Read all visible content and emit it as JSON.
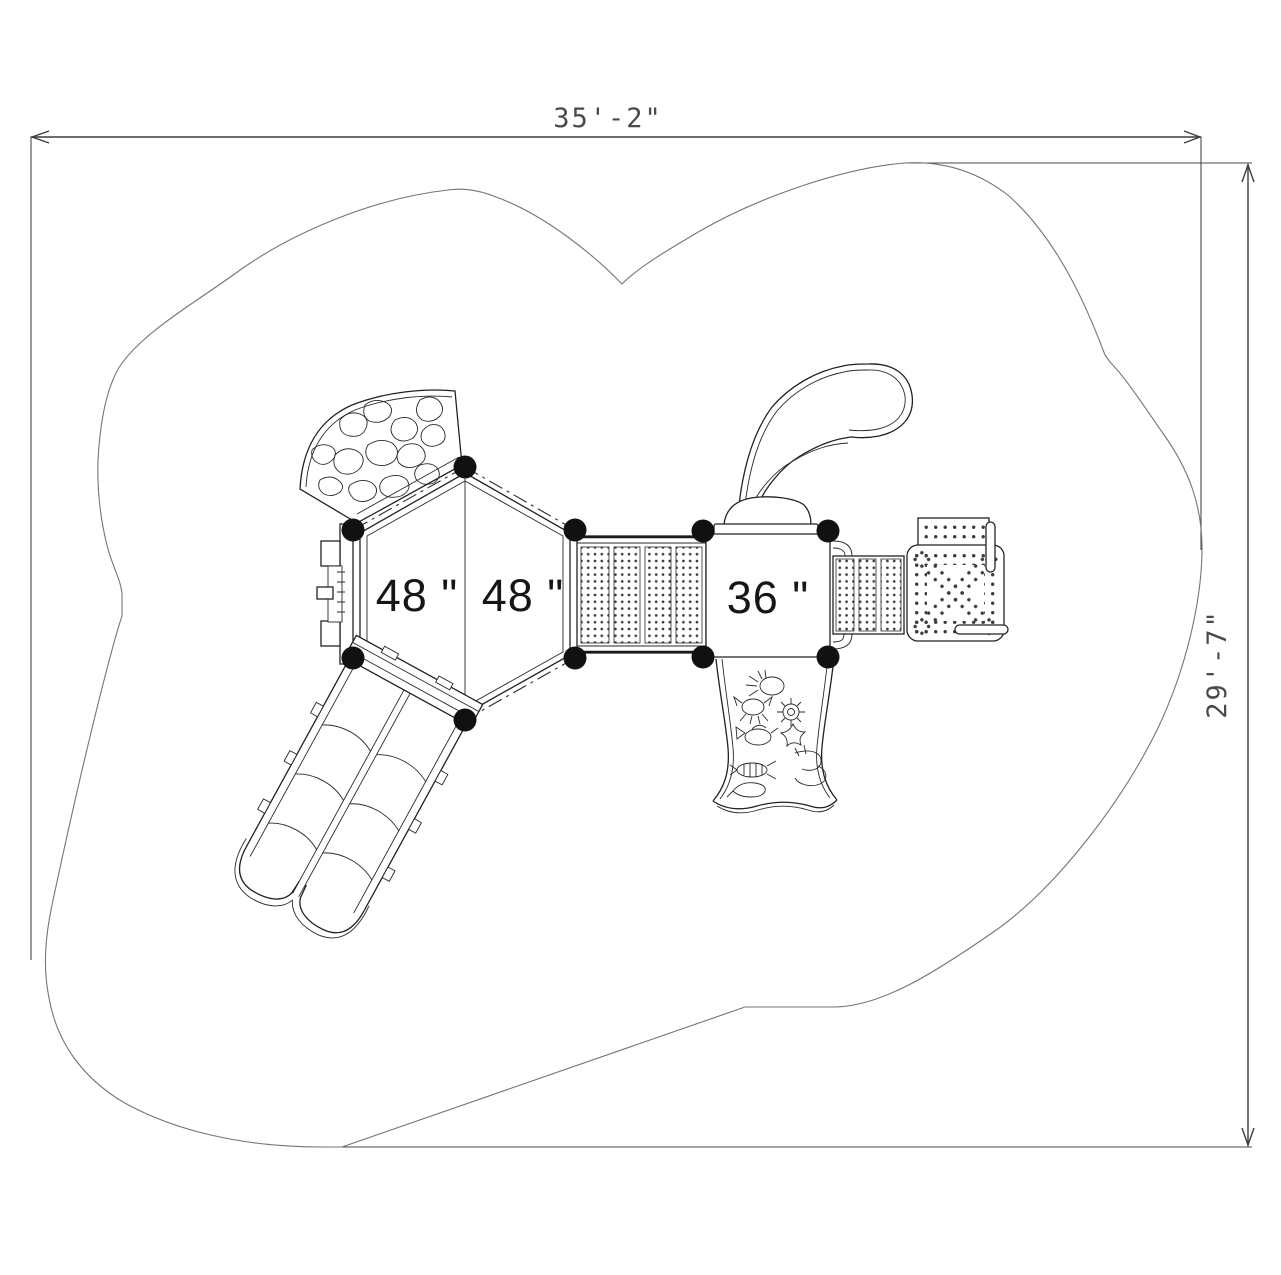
{
  "dimensions": {
    "width_label": "35'-2\"",
    "height_label": "29'-7\""
  },
  "decks": {
    "hex_left_label": "48 \"",
    "hex_right_label": "48 \"",
    "square_label": "36 \""
  },
  "colors": {
    "background": "#ffffff",
    "structure_ink": "#222222",
    "dimension_ink": "#4a4a4a",
    "use_zone_outline": "#757575",
    "post_fill": "#111111"
  }
}
